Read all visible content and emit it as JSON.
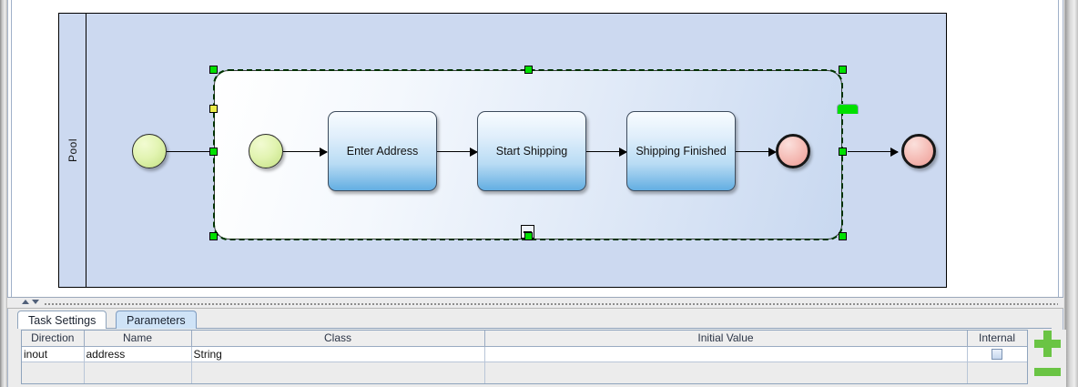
{
  "canvas": {
    "pool": {
      "label": "Pool"
    },
    "subprocess": {
      "selected": true,
      "collapse_marker": "minus"
    },
    "nodes": [
      {
        "id": "start-outer",
        "type": "start-event",
        "label": ""
      },
      {
        "id": "start-inner",
        "type": "start-event",
        "label": ""
      },
      {
        "id": "task-1",
        "type": "task",
        "label": "Enter Address"
      },
      {
        "id": "task-2",
        "type": "task",
        "label": "Start Shipping"
      },
      {
        "id": "task-3",
        "type": "task",
        "label": "Shipping Finished"
      },
      {
        "id": "end-inner",
        "type": "end-event",
        "label": ""
      },
      {
        "id": "end-outer",
        "type": "end-event",
        "label": ""
      }
    ]
  },
  "splitter": {
    "collapse_up_icon": "triangle-up-icon",
    "collapse_down_icon": "triangle-down-icon"
  },
  "bottom": {
    "tabs": [
      {
        "label": "Task Settings",
        "active": false
      },
      {
        "label": "Parameters",
        "active": true
      }
    ],
    "table": {
      "columns": [
        "Direction",
        "Name",
        "Class",
        "Initial Value",
        "Internal"
      ],
      "rows": [
        {
          "direction": "inout",
          "name": "address",
          "class": "String",
          "initial_value": "",
          "internal": false
        }
      ]
    },
    "actions": {
      "add_label": "+",
      "remove_label": "−",
      "accent_color": "#6ac444"
    }
  }
}
